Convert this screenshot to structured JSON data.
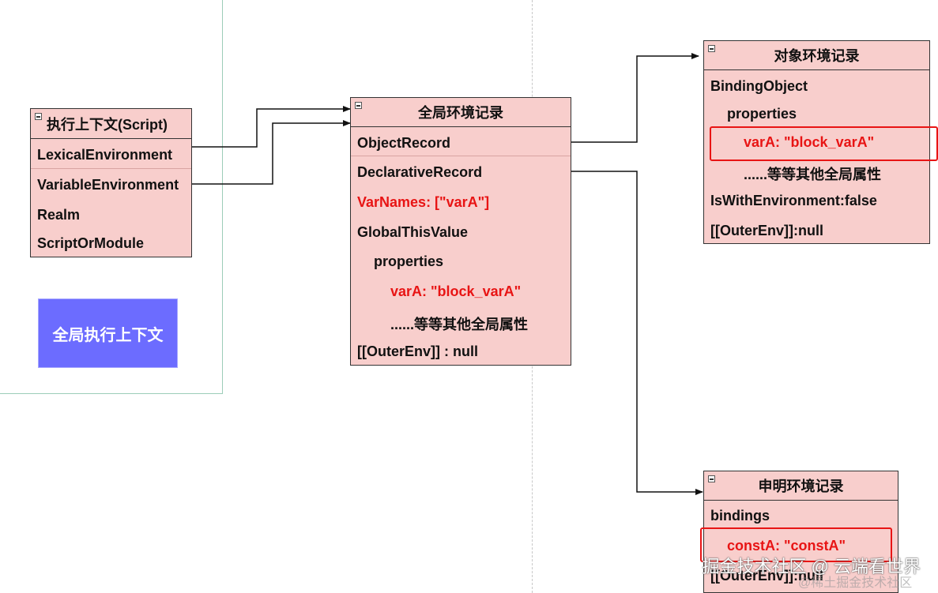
{
  "exec_context": {
    "title": "执行上下文(Script)",
    "rows": [
      "LexicalEnvironment",
      "VariableEnvironment",
      "Realm",
      "ScriptOrModule"
    ]
  },
  "global_exec_label": "全局执行上下文",
  "global_env": {
    "title": "全局环境记录",
    "rows": [
      "ObjectRecord",
      "DeclarativeRecord",
      "VarNames: [\"varA\"]",
      "GlobalThisValue",
      "properties",
      "varA:  \"block_varA\"",
      "......等等其他全局属性",
      "[[OuterEnv]] :   null"
    ]
  },
  "object_env": {
    "title": "对象环境记录",
    "rows": [
      "BindingObject",
      "properties",
      "varA:  \"block_varA\"",
      "......等等其他全局属性",
      "IsWithEnvironment:false",
      "[[OuterEnv]]:null"
    ]
  },
  "decl_env": {
    "title": "申明环境记录",
    "rows": [
      "bindings",
      "constA: \"constA\"",
      "[[OuterEnv]]:null"
    ]
  },
  "watermark": "掘金技术社区 @ 云端看世界",
  "watermark_sub": "@稀土掘金技术社区",
  "colors": {
    "box_fill": "#f8cecc",
    "highlight": "#e81414",
    "button": "#6c6cff"
  }
}
